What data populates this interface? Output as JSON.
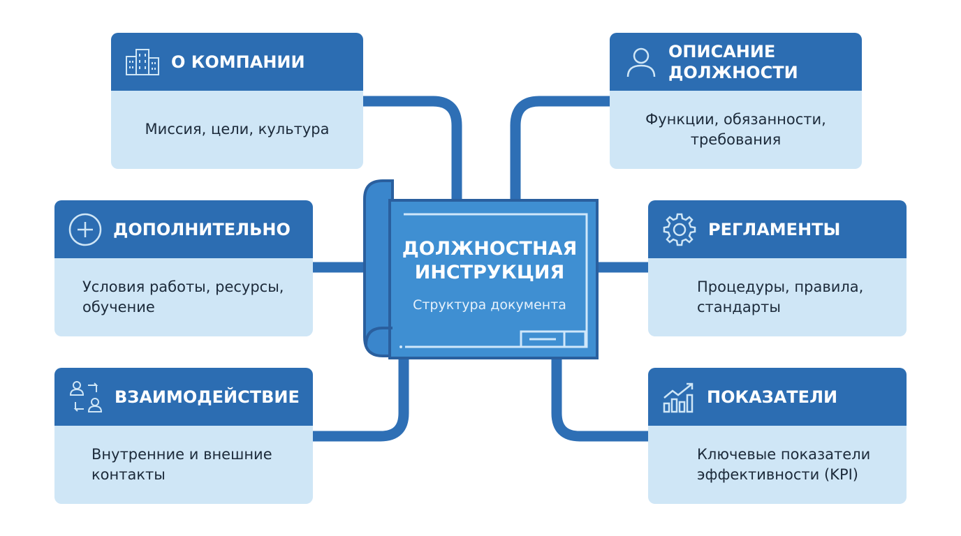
{
  "center": {
    "title_line1": "ДОЛЖНОСТНАЯ",
    "title_line2": "ИНСТРУКЦИЯ",
    "subtitle": "Структура документа"
  },
  "cards": [
    {
      "title": "О КОМПАНИИ",
      "text": "Миссия, цели, культура",
      "icon": "building-icon"
    },
    {
      "title": "ОПИСАНИЕ ДОЛЖНОСТИ",
      "text": "Функции, обязанности, требования",
      "icon": "user-icon"
    },
    {
      "title": "ДОПОЛНИТЕЛЬНО",
      "text": "Условия работы, ресурсы, обучение",
      "icon": "plus-circle-icon"
    },
    {
      "title": "РЕГЛАМЕНТЫ",
      "text": "Процедуры, правила, стандарты",
      "icon": "gear-icon"
    },
    {
      "title": "ВЗАИМОДЕЙСТВИЕ",
      "text": "Внутренние и внешние контакты",
      "icon": "people-exchange-icon"
    },
    {
      "title": "ПОКАЗАТЕЛИ",
      "text": "Ключевые показатели эффективности (KPI)",
      "icon": "chart-growth-icon"
    }
  ],
  "colors": {
    "header": "#2c6db2",
    "body": "#cfe6f6",
    "connector": "#2e6fb5",
    "doc": "#3f8fd2"
  }
}
